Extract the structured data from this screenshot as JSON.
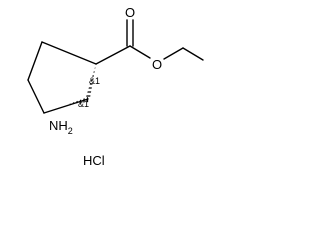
{
  "molecule": {
    "atoms": {
      "carbonyl_oxygen": "O",
      "ester_oxygen": "O",
      "amino_group": "NH",
      "amino_subscript": "2"
    },
    "stereo_labels": [
      "&1",
      "&1"
    ],
    "salt": "HCl"
  },
  "colors": {
    "bond": "#000000",
    "background": "#ffffff"
  }
}
